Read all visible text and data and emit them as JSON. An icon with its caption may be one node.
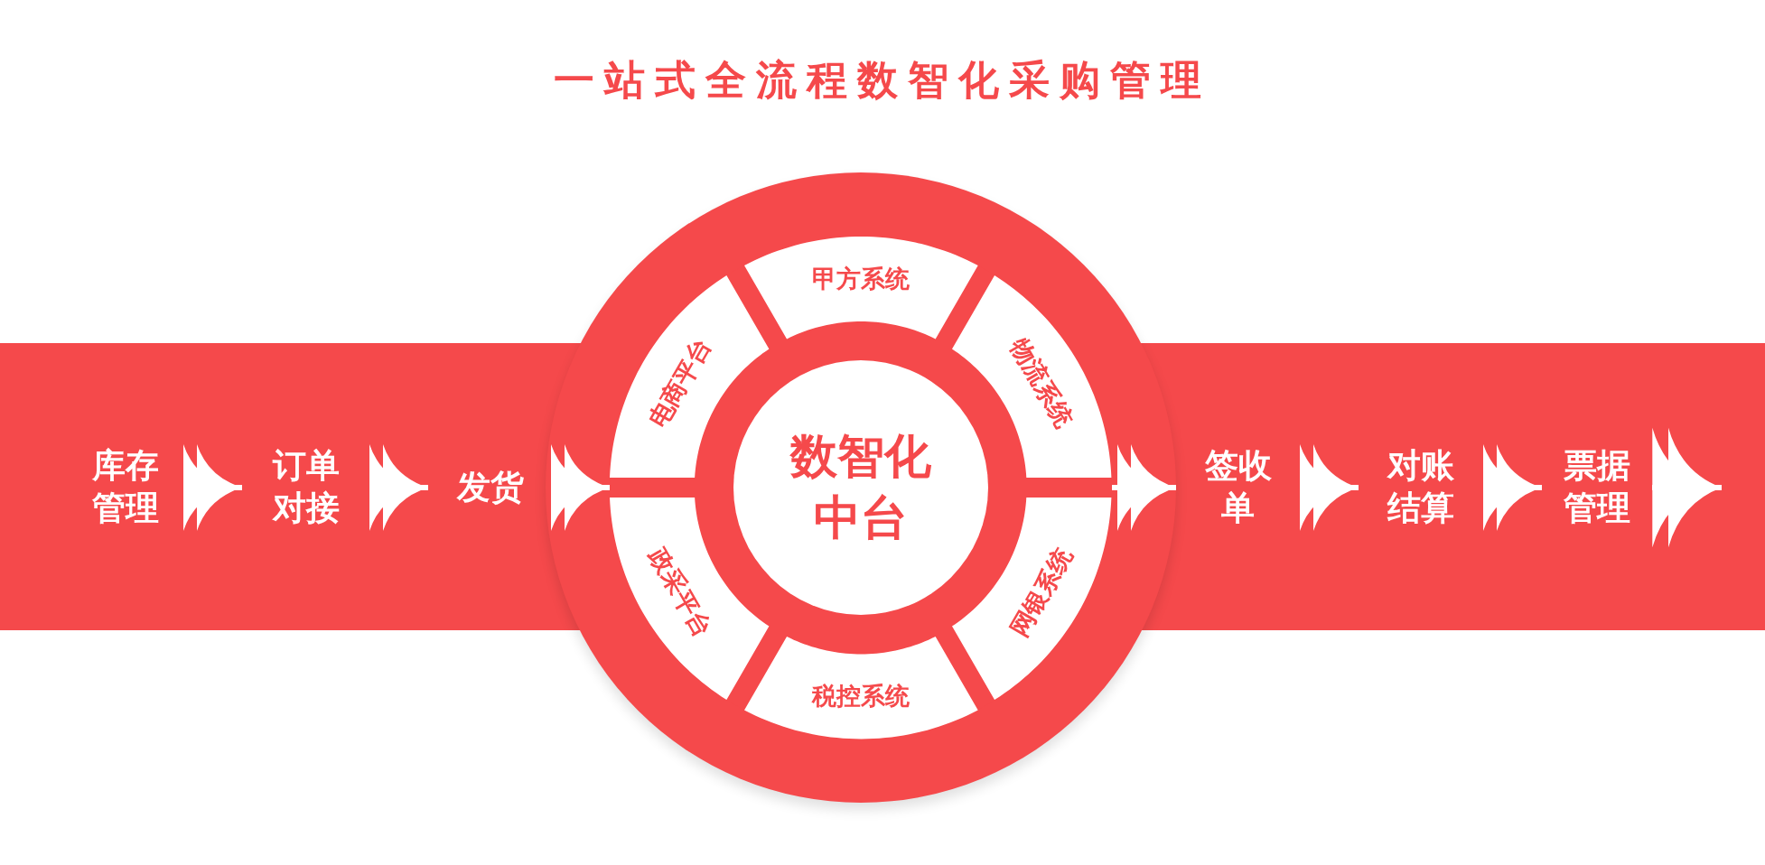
{
  "diagram": {
    "title": "一站式全流程数智化采购管理",
    "nodes": [
      {
        "text": [
          "库存管理"
        ]
      },
      {
        "text": [
          "订单对接"
        ]
      },
      {
        "text": [
          "发货"
        ]
      },
      {
        "text": [],
        "shape": "circle"
      },
      {
        "text": [
          "甲方系统"
        ],
        "in": 3
      },
      {
        "text": [
          "电商平台"
        ],
        "in": 3
      },
      {
        "text": [
          "物流系统"
        ],
        "in": 3
      },
      {
        "text": [
          "数智化中台"
        ],
        "in": 3
      },
      {
        "text": [
          "政采平台"
        ],
        "in": 3
      },
      {
        "text": [
          "网银系统"
        ],
        "in": 3
      },
      {
        "text": [
          "税控系统"
        ],
        "in": 3
      },
      {
        "text": [
          "签收单"
        ]
      },
      {
        "text": [
          "对账结算"
        ]
      },
      {
        "text": [
          "票据管理"
        ]
      }
    ],
    "edges": [
      {
        "from": 0,
        "to": 1,
        "arrow": "to"
      },
      {
        "from": 1,
        "to": 2,
        "arrow": "to"
      },
      {
        "from": 2,
        "to": 3,
        "arrow": "to"
      },
      {
        "from": 3,
        "to": 11,
        "arrow": "to"
      },
      {
        "from": 11,
        "to": 12,
        "arrow": "to"
      },
      {
        "from": 12,
        "to": 13,
        "arrow": "to"
      },
      {
        "from": 13,
        "to": null,
        "arrow": "to"
      }
    ]
  }
}
